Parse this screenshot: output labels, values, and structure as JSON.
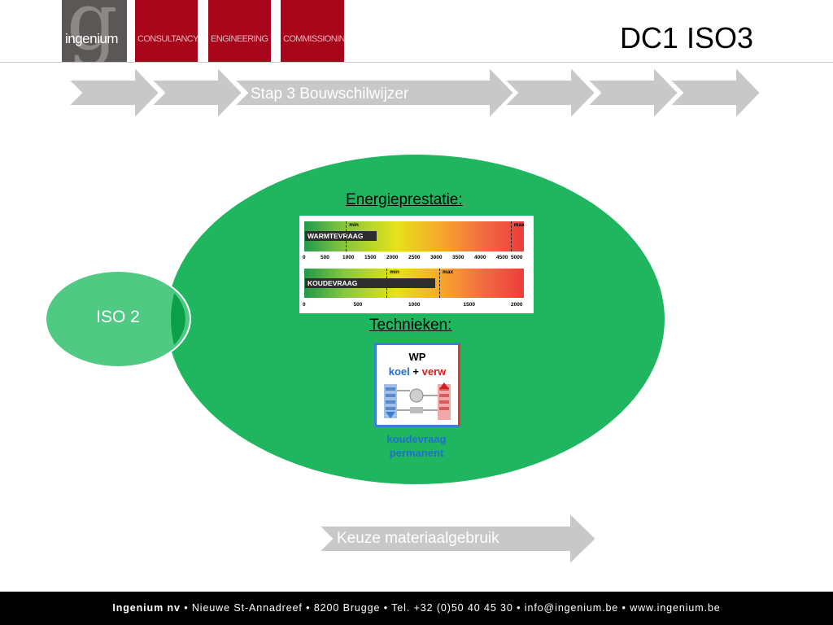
{
  "header": {
    "logo_text": "ingenium",
    "blocks": [
      "CONSULTANCY",
      "ENGINEERING",
      "COMMISSIONING"
    ],
    "title": "DC1 ISO3"
  },
  "process": {
    "step_label": "Stap 3 Bouwschilwijzer",
    "bottom_label": "Keuze materiaalgebruik"
  },
  "iso_prev": {
    "label": "ISO 2"
  },
  "energy": {
    "heading": "Energieprestatie:",
    "warmte": {
      "label": "WARMTEVRAAG",
      "min_label": "min",
      "max_label": "max",
      "ticks": [
        "0",
        "500",
        "1000",
        "1500",
        "2000",
        "2500",
        "3000",
        "3500",
        "4000",
        "4500",
        "5000"
      ],
      "min_value": 950,
      "max_value": 4700,
      "range": [
        0,
        5000
      ]
    },
    "koude": {
      "label": "KOUDEVRAAG",
      "min_label": "min",
      "max_label": "max",
      "ticks": [
        "0",
        "500",
        "1000",
        "1500",
        "2000"
      ],
      "min_value": 750,
      "max_value": 1230,
      "range": [
        0,
        2000
      ]
    }
  },
  "techniques": {
    "heading": "Technieken:",
    "wp_title": "WP",
    "wp_koel": "koel",
    "wp_plus": "+",
    "wp_verw": "verw",
    "caption_line1": "koudevraag",
    "caption_line2": "permanent"
  },
  "footer": {
    "company": "Ingenium nv",
    "address": "Nieuwe St-Annadreef",
    "city": "8200 Brugge",
    "phone": "Tel. +32 (0)50 40 45 30",
    "email": "info@ingenium.be",
    "web": "www.ingenium.be",
    "separator": "•"
  },
  "colors": {
    "brand_red": "#a6051a",
    "green": "#1fb65f",
    "light_green": "#50c983",
    "arrow_grey": "#c8c8c8"
  }
}
